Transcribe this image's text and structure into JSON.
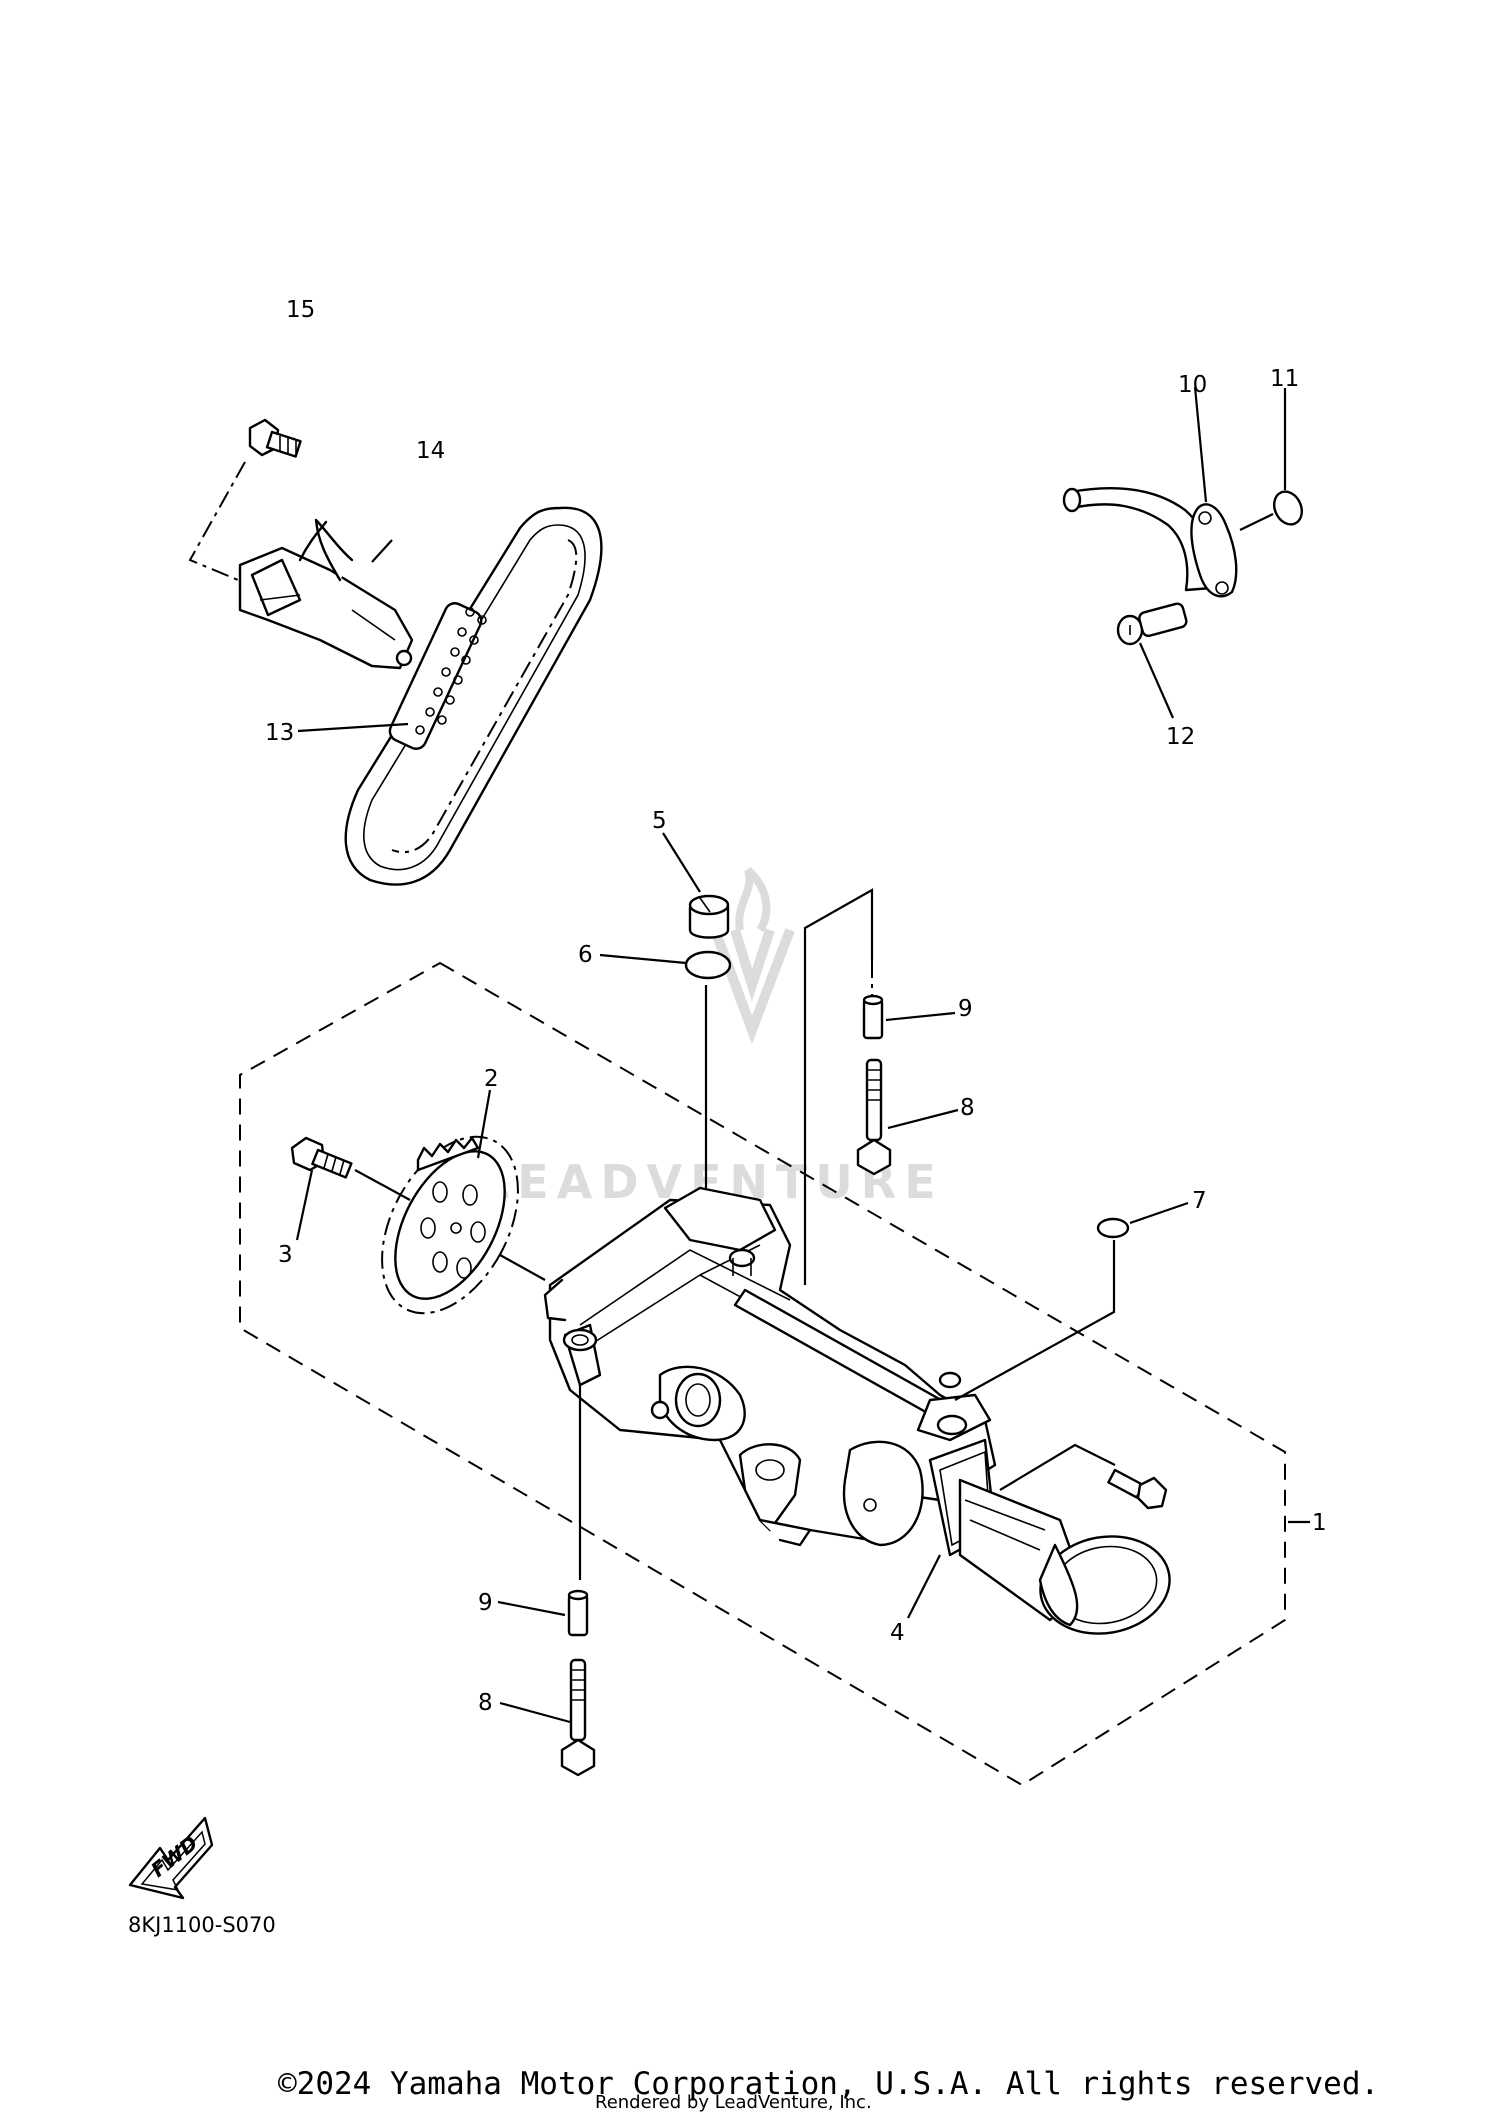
{
  "callouts": [
    {
      "id": "label-15",
      "text": "15"
    },
    {
      "id": "label-14",
      "text": "14"
    },
    {
      "id": "label-13",
      "text": "13"
    },
    {
      "id": "label-10",
      "text": "10"
    },
    {
      "id": "label-11",
      "text": "11"
    },
    {
      "id": "label-12",
      "text": "12"
    },
    {
      "id": "label-5",
      "text": "5"
    },
    {
      "id": "label-6",
      "text": "6"
    },
    {
      "id": "label-9-top",
      "text": "9"
    },
    {
      "id": "label-8-top",
      "text": "8"
    },
    {
      "id": "label-2",
      "text": "2"
    },
    {
      "id": "label-3",
      "text": "3"
    },
    {
      "id": "label-7",
      "text": "7"
    },
    {
      "id": "label-1",
      "text": "1"
    },
    {
      "id": "label-4",
      "text": "4"
    },
    {
      "id": "label-9-bottom",
      "text": "9"
    },
    {
      "id": "label-8-bottom",
      "text": "8"
    }
  ],
  "watermark": "LEADVENTURE",
  "fwd_label": "FWD",
  "diagram_code": "8KJ1100-S070",
  "copyright": "©2024 Yamaha Motor Corporation, U.S.A. All rights reserved.",
  "rendered_by": "Rendered by LeadVenture, Inc."
}
